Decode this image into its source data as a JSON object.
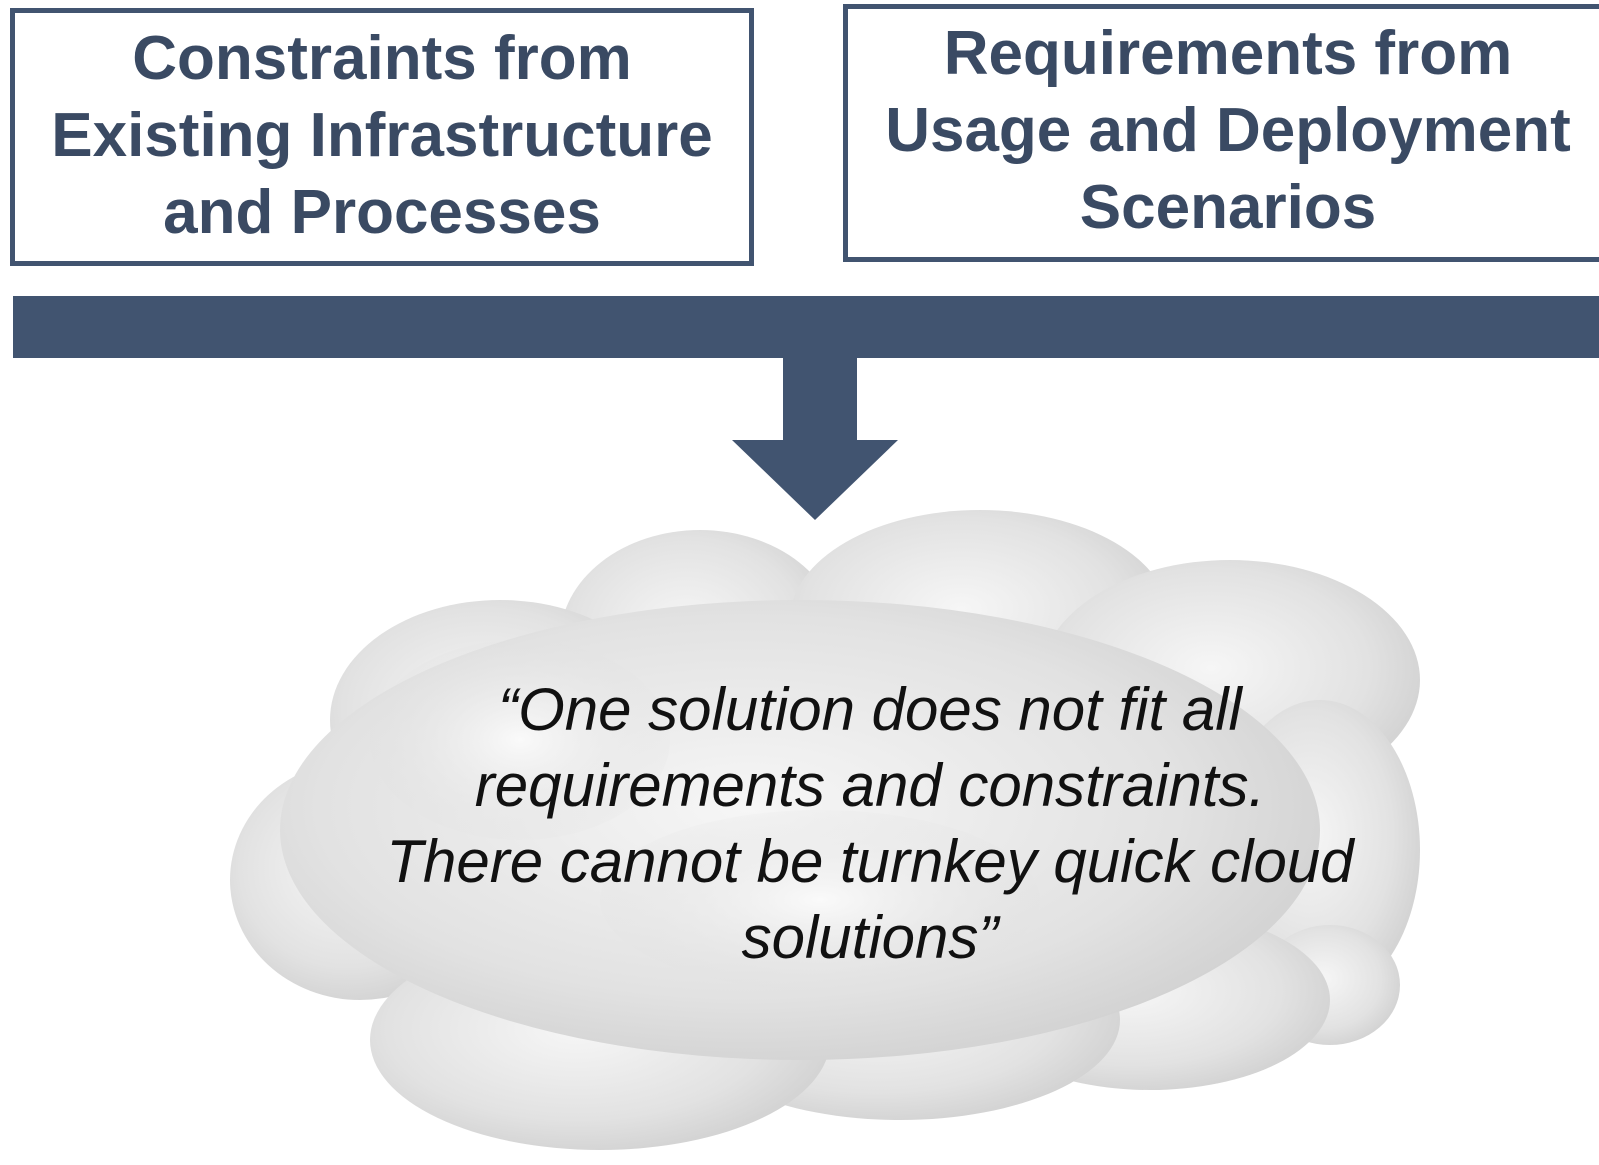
{
  "boxes": {
    "left": {
      "lines": [
        "Constraints from",
        "Existing Infrastructure",
        "and Processes"
      ]
    },
    "right": {
      "lines": [
        "Requirements from",
        "Usage and Deployment",
        "Scenarios"
      ]
    }
  },
  "quote": {
    "lines": [
      "“One solution does not fit all",
      "requirements and constraints.",
      "There cannot be turnkey quick cloud",
      "solutions”"
    ]
  },
  "colors": {
    "accent": "#415470",
    "text_box": "#3a4a63",
    "cloud_light": "#f4f4f4",
    "cloud_dark": "#c4c4c4"
  },
  "icons": {
    "connector": "down-arrow",
    "cloud": "cloud-shape"
  }
}
